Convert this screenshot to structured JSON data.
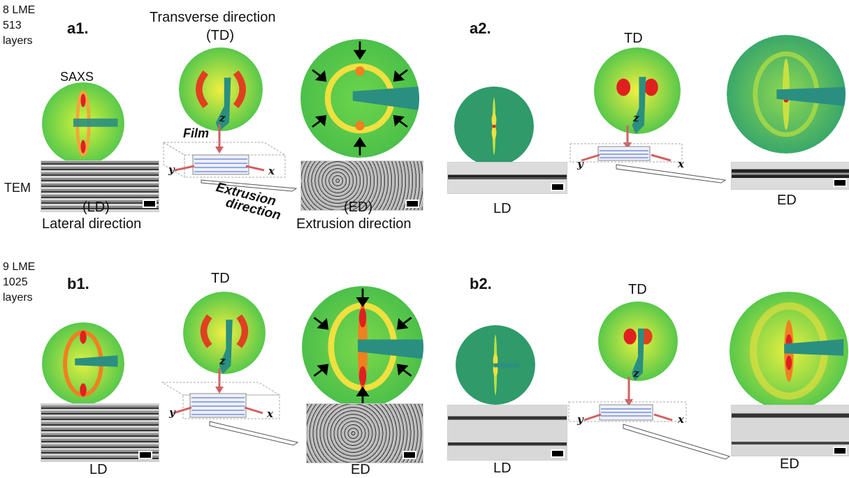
{
  "sample_a": {
    "line1": "8 LME",
    "line2": "513",
    "line3": "layers"
  },
  "sample_b": {
    "line1": "9 LME",
    "line2": "1025",
    "line3": "layers"
  },
  "panels": {
    "a1": "a1.",
    "a2": "a2.",
    "b1": "b1.",
    "b2": "b2."
  },
  "a1": {
    "saxs_label": "SAXS",
    "tem_label": "TEM",
    "td_line1": "Transverse direction",
    "td_line2": "(TD)",
    "ld_short": "(LD)",
    "ld_long": "Lateral direction",
    "ed_short": "(ED)",
    "ed_long": "Extrusion direction",
    "film_label": "Film",
    "extrusion_line1": "Extrusion",
    "extrusion_line2": "direction"
  },
  "labels": {
    "td": "TD",
    "ld": "LD",
    "ed": "ED"
  },
  "axes": {
    "x": "x",
    "y": "y",
    "z": "z"
  },
  "colors": {
    "saxs_bg": "#8fe04a",
    "saxs_dark": "#2f9a6a",
    "hotspot": "#e02020",
    "arrow_red": "#d06060",
    "beamstop": "#2a8f80",
    "film_line": "#3b5fd0"
  }
}
